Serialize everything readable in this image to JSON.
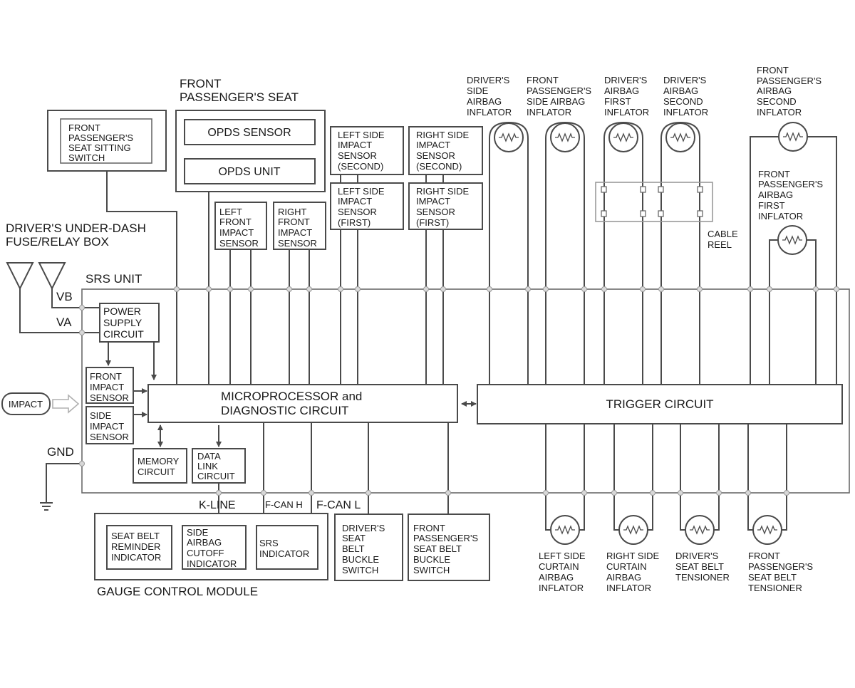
{
  "labels": {
    "front_pass_seat_switch": [
      "FRONT",
      "PASSENGER'S",
      "SEAT SITTING",
      "SWITCH"
    ],
    "front_pass_seat_title": [
      "FRONT",
      "PASSENGER'S SEAT"
    ],
    "opds_sensor": "OPDS SENSOR",
    "opds_unit": "OPDS UNIT",
    "left_side_second": [
      "LEFT SIDE",
      "IMPACT",
      "SENSOR",
      "(SECOND)"
    ],
    "right_side_second": [
      "RIGHT SIDE",
      "IMPACT",
      "SENSOR",
      "(SECOND)"
    ],
    "left_side_first": [
      "LEFT SIDE",
      "IMPACT",
      "SENSOR",
      "(FIRST)"
    ],
    "right_side_first": [
      "RIGHT SIDE",
      "IMPACT",
      "SENSOR",
      "(FIRST)"
    ],
    "left_front_impact": [
      "LEFT",
      "FRONT",
      "IMPACT",
      "SENSOR"
    ],
    "right_front_impact": [
      "RIGHT",
      "FRONT",
      "IMPACT",
      "SENSOR"
    ],
    "drv_side_airbag": [
      "DRIVER'S",
      "SIDE",
      "AIRBAG",
      "INFLATOR"
    ],
    "fp_side_airbag": [
      "FRONT",
      "PASSENGER'S",
      "SIDE AIRBAG",
      "INFLATOR"
    ],
    "drv_airbag_first": [
      "DRIVER'S",
      "AIRBAG",
      "FIRST",
      "INFLATOR"
    ],
    "drv_airbag_second": [
      "DRIVER'S",
      "AIRBAG",
      "SECOND",
      "INFLATOR"
    ],
    "fp_airbag_second": [
      "FRONT",
      "PASSENGER'S",
      "AIRBAG",
      "SECOND",
      "INFLATOR"
    ],
    "fp_airbag_first": [
      "FRONT",
      "PASSENGER'S",
      "AIRBAG",
      "FIRST",
      "INFLATOR"
    ],
    "cable_reel": [
      "CABLE",
      "REEL"
    ],
    "fuse_box": [
      "DRIVER'S UNDER-DASH",
      "FUSE/RELAY BOX"
    ],
    "srs_unit": "SRS UNIT",
    "vb": "VB",
    "va": "VA",
    "gnd": "GND",
    "power_supply": [
      "POWER",
      "SUPPLY",
      "CIRCUIT"
    ],
    "front_impact_sensor": [
      "FRONT",
      "IMPACT",
      "SENSOR"
    ],
    "side_impact_sensor": [
      "SIDE",
      "IMPACT",
      "SENSOR"
    ],
    "impact": "IMPACT",
    "micro": [
      "MICROPROCESSOR and",
      "DIAGNOSTIC CIRCUIT"
    ],
    "trigger": "TRIGGER CIRCUIT",
    "memory": [
      "MEMORY",
      "CIRCUIT"
    ],
    "data_link": [
      "DATA",
      "LINK",
      "CIRCUIT"
    ],
    "k_line": "K-LINE",
    "fcan_h": "F-CAN H",
    "fcan_l": "F-CAN L",
    "seat_belt_reminder": [
      "SEAT BELT",
      "REMINDER",
      "INDICATOR"
    ],
    "side_airbag_cutoff": [
      "SIDE",
      "AIRBAG",
      "CUTOFF",
      "INDICATOR"
    ],
    "srs_indicator": [
      "SRS",
      "INDICATOR"
    ],
    "gauge_control": "GAUGE CONTROL MODULE",
    "drv_buckle": [
      "DRIVER'S",
      "SEAT",
      "BELT",
      "BUCKLE",
      "SWITCH"
    ],
    "fp_buckle": [
      "FRONT",
      "PASSENGER'S",
      "SEAT BELT",
      "BUCKLE",
      "SWITCH"
    ],
    "left_curtain": [
      "LEFT SIDE",
      "CURTAIN",
      "AIRBAG",
      "INFLATOR"
    ],
    "right_curtain": [
      "RIGHT SIDE",
      "CURTAIN",
      "AIRBAG",
      "INFLATOR"
    ],
    "drv_tensioner": [
      "DRIVER'S",
      "SEAT BELT",
      "TENSIONER"
    ],
    "fp_tensioner": [
      "FRONT",
      "PASSENGER'S",
      "SEAT BELT",
      "TENSIONER"
    ]
  }
}
